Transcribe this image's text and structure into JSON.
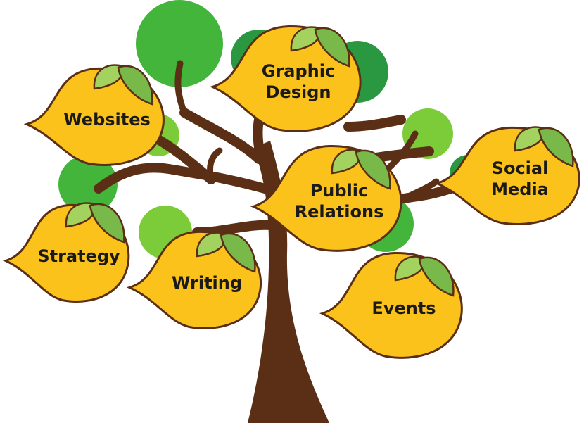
{
  "colors": {
    "trunk": "#5a2f16",
    "fruit": "#fbc21b",
    "fruit_outline": "#5a2f16",
    "leaf_light": "#a3d25e",
    "leaf_dark": "#79b94a",
    "foliage_green": "#43b53a",
    "foliage_dark": "#2a9840",
    "foliage_light": "#7ccb39"
  },
  "fruits": [
    {
      "id": "websites",
      "lines": [
        "Websites"
      ]
    },
    {
      "id": "graphic-design",
      "lines": [
        "Graphic",
        "Design"
      ]
    },
    {
      "id": "social-media",
      "lines": [
        "Social",
        "Media"
      ]
    },
    {
      "id": "public-relations",
      "lines": [
        "Public",
        "Relations"
      ]
    },
    {
      "id": "strategy",
      "lines": [
        "Strategy"
      ]
    },
    {
      "id": "writing",
      "lines": [
        "Writing"
      ]
    },
    {
      "id": "events",
      "lines": [
        "Events"
      ]
    }
  ]
}
